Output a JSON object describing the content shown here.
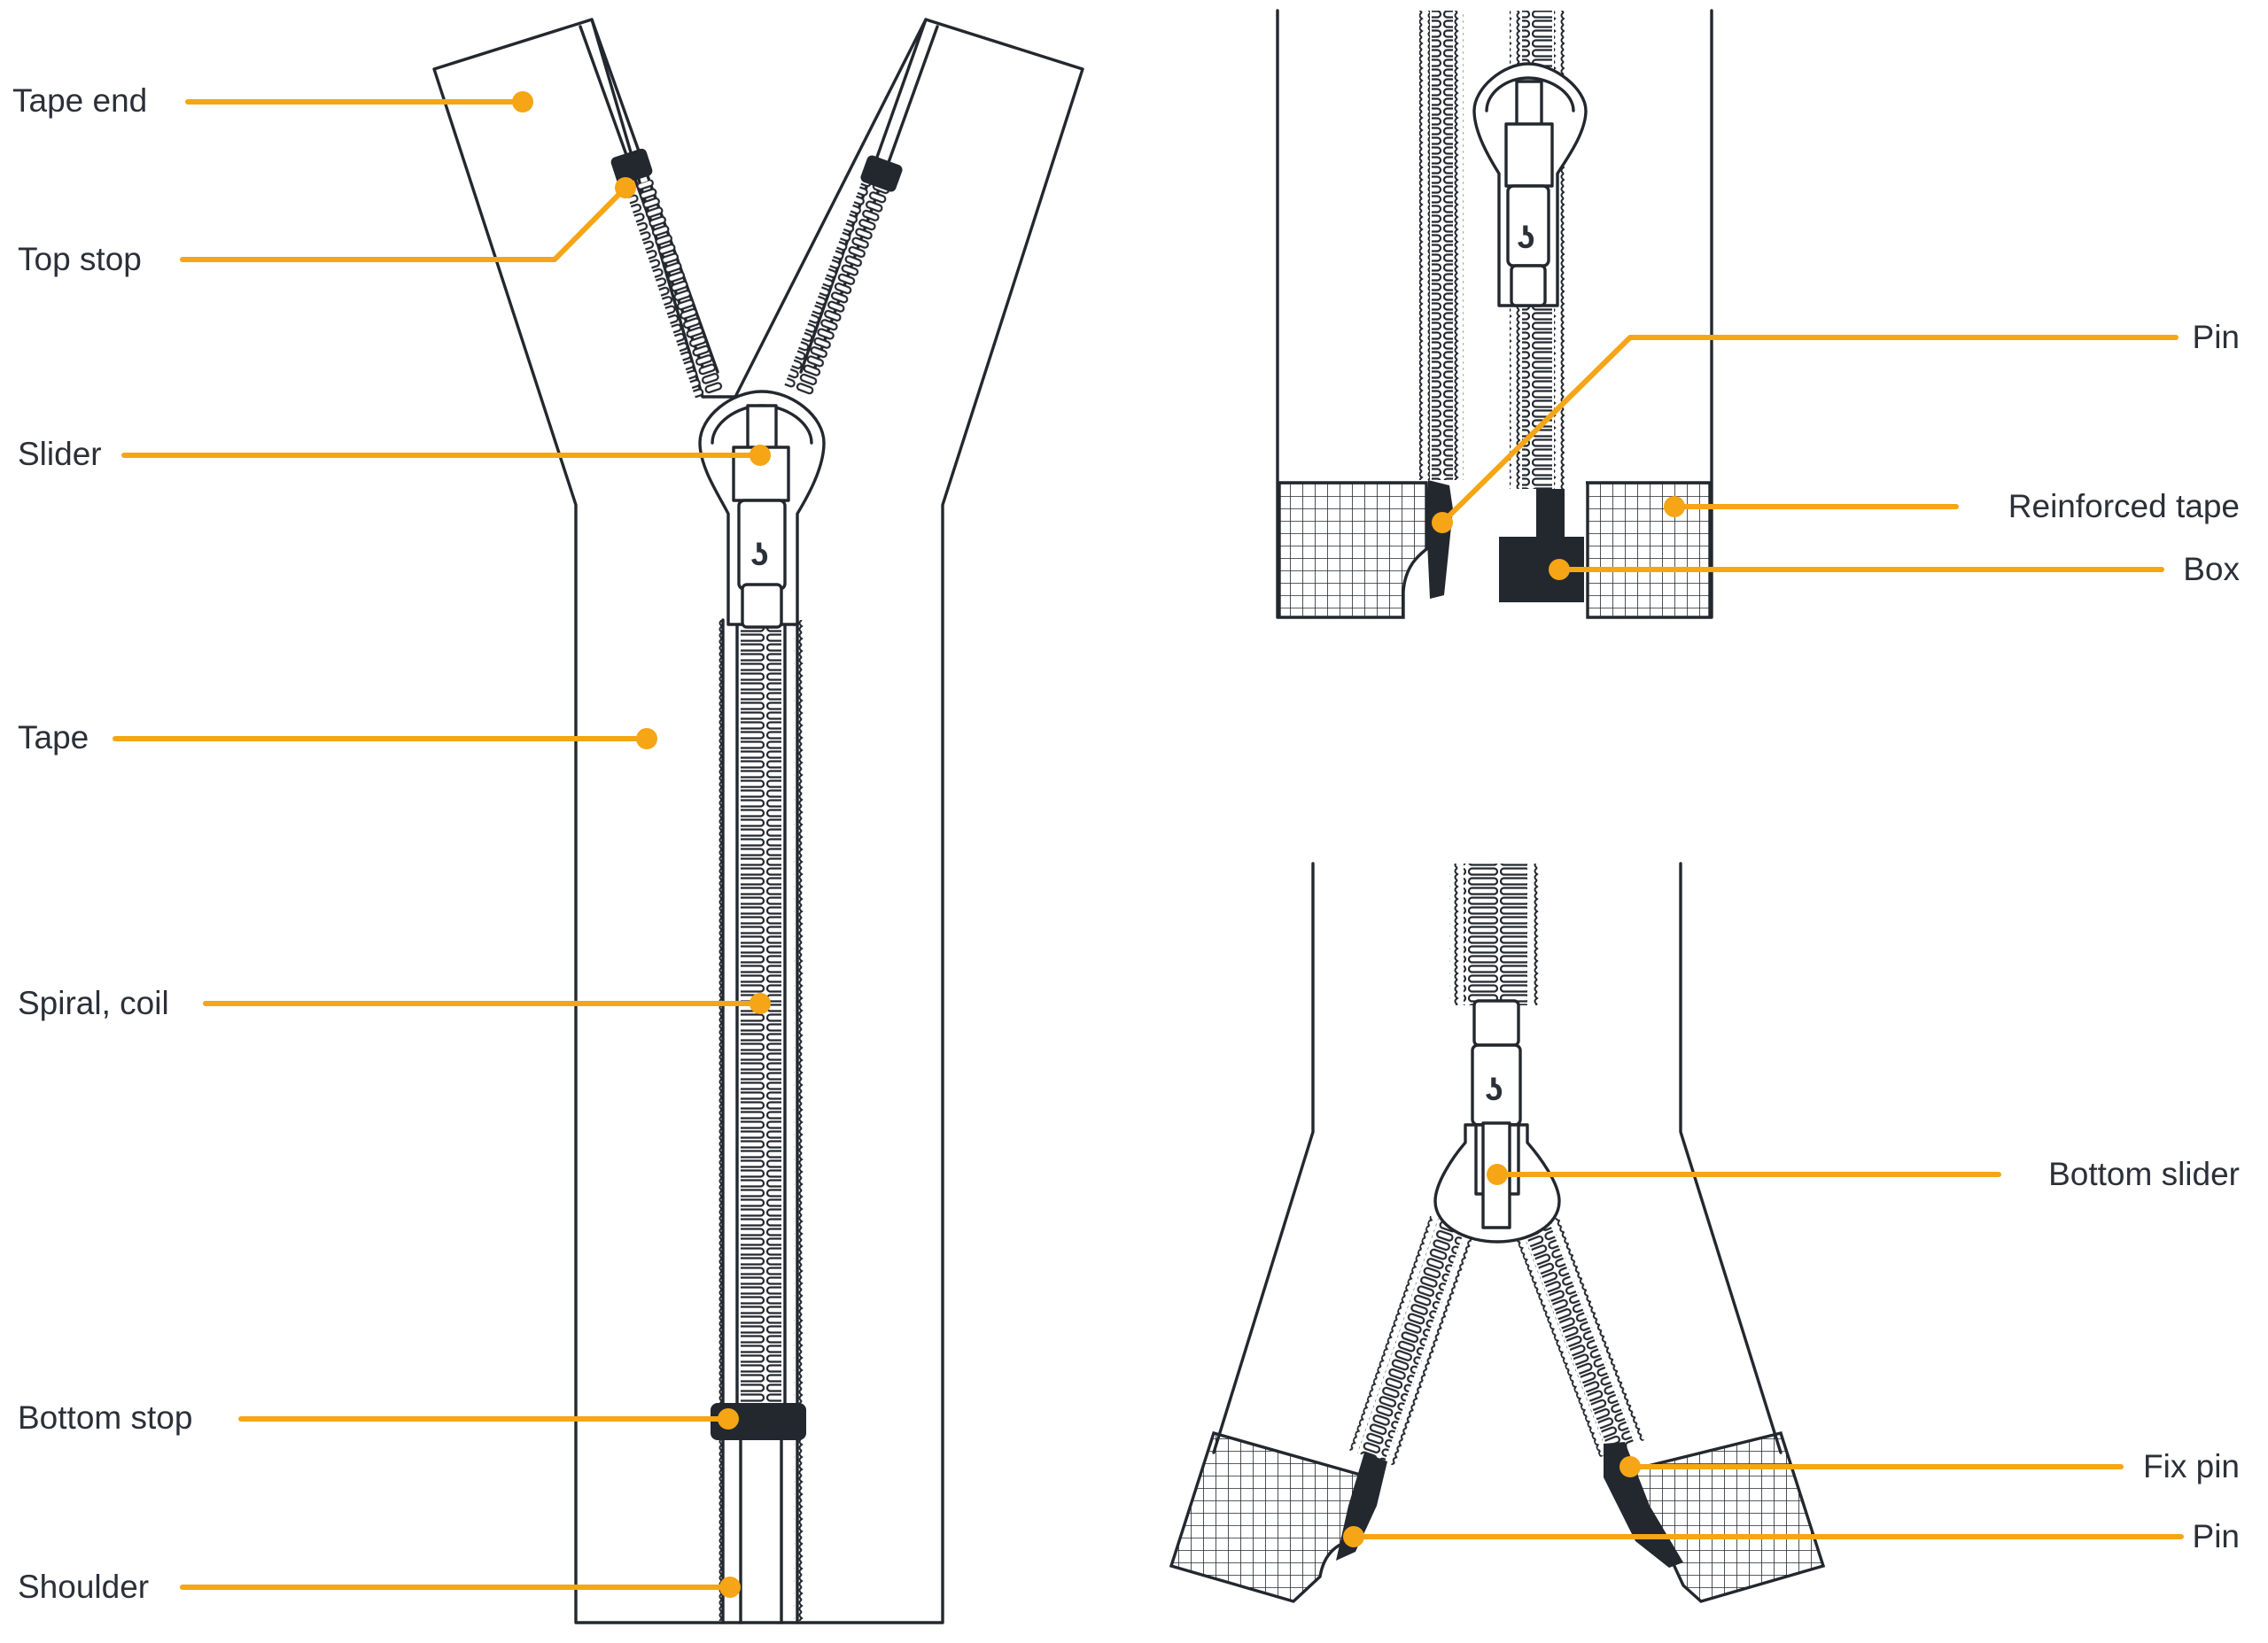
{
  "title": "",
  "colors": {
    "ink": "#23282f",
    "leader": "#f5a515",
    "background": "#ffffff"
  },
  "figures": [
    {
      "id": "main-zipper",
      "kind": "closed-end zipper overview"
    },
    {
      "id": "open-end-box",
      "kind": "separating zipper box and pin detail"
    },
    {
      "id": "two-way-bottom",
      "kind": "two-way zipper bottom detail"
    }
  ],
  "labels": {
    "tape_end": "Tape end",
    "top_stop": "Top stop",
    "slider": "Slider",
    "tape": "Tape",
    "spiral_coil": "Spiral, coil",
    "bottom_stop": "Bottom stop",
    "shoulder": "Shoulder",
    "pin_top": "Pin",
    "reinforced_tape": "Reinforced tape",
    "box": "Box",
    "bottom_slider": "Bottom slider",
    "fix_pin": "Fix pin",
    "pin_bottom": "Pin"
  },
  "logo_glyph": "ʖ"
}
